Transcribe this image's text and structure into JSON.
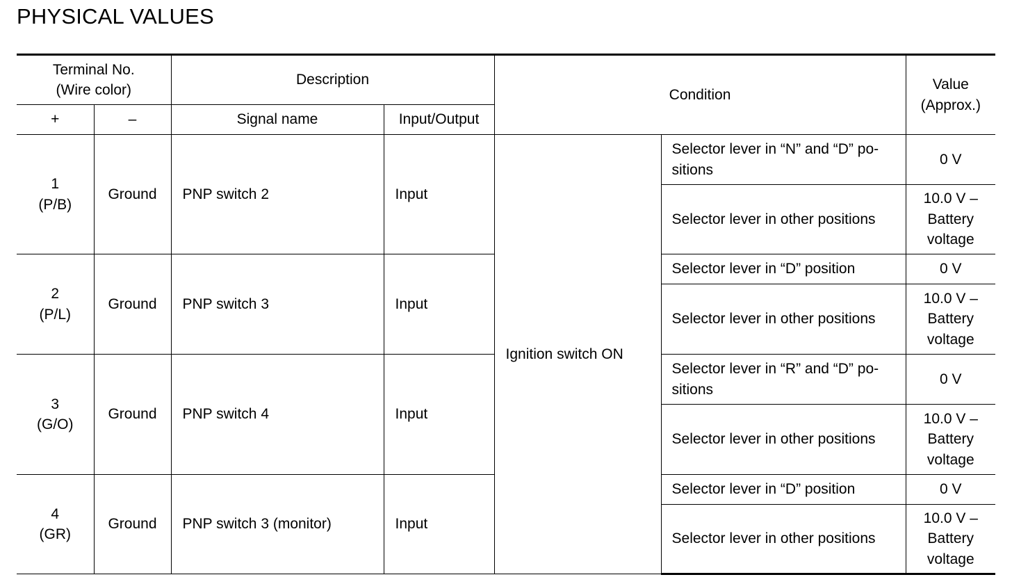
{
  "title": "PHYSICAL VALUES",
  "header": {
    "terminal_no_line1": "Terminal No.",
    "terminal_no_line2": "(Wire color)",
    "plus": "+",
    "minus": "–",
    "description": "Description",
    "signal_name": "Signal name",
    "input_output": "Input/Output",
    "condition": "Condition",
    "value_line1": "Value",
    "value_line2": "(Approx.)"
  },
  "main_condition": "Ignition switch ON",
  "rows": [
    {
      "terminal": "1",
      "wire_color": "(P/B)",
      "ground": "Ground",
      "signal": "PNP switch 2",
      "io": "Input",
      "conditions": [
        {
          "text": "Selector lever in “N” and “D” po-sitions",
          "value": "0 V"
        },
        {
          "text": "Selector lever in other positions",
          "value": "10.0 V – Battery voltage"
        }
      ]
    },
    {
      "terminal": "2",
      "wire_color": "(P/L)",
      "ground": "Ground",
      "signal": "PNP switch 3",
      "io": "Input",
      "conditions": [
        {
          "text": "Selector lever in “D” position",
          "value": "0 V"
        },
        {
          "text": "Selector lever in other positions",
          "value": "10.0 V – Battery voltage"
        }
      ]
    },
    {
      "terminal": "3",
      "wire_color": "(G/O)",
      "ground": "Ground",
      "signal": "PNP switch 4",
      "io": "Input",
      "conditions": [
        {
          "text": "Selector lever in “R” and “D” po-sitions",
          "value": "0 V"
        },
        {
          "text": "Selector lever in other positions",
          "value": "10.0 V – Battery voltage"
        }
      ]
    },
    {
      "terminal": "4",
      "wire_color": "(GR)",
      "ground": "Ground",
      "signal": "PNP switch 3 (monitor)",
      "io": "Input",
      "conditions": [
        {
          "text": "Selector lever in “D” position",
          "value": "0 V"
        },
        {
          "text": "Selector lever in other positions",
          "value": "10.0 V – Battery voltage"
        }
      ]
    }
  ]
}
